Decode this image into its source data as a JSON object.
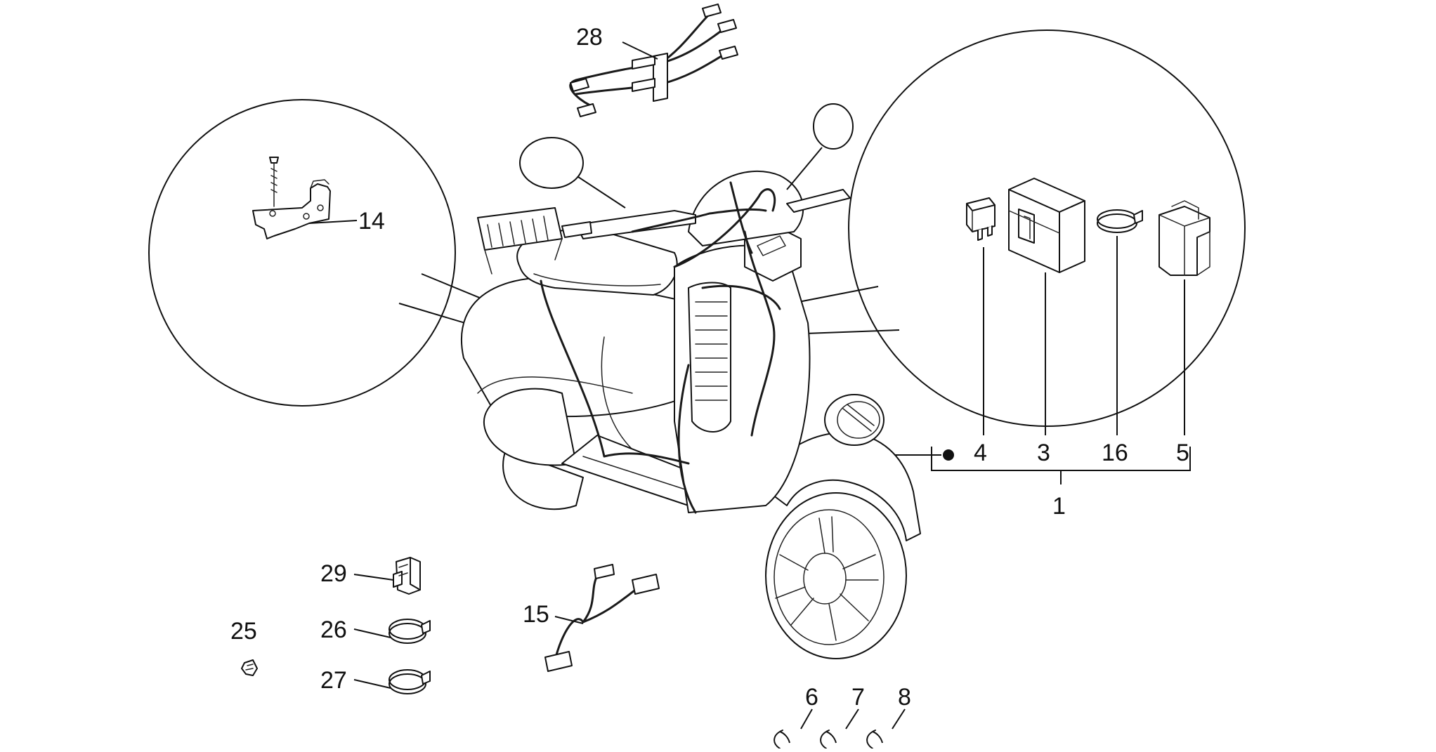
{
  "callouts": {
    "c1": "1",
    "c3": "3",
    "c4": "4",
    "c5": "5",
    "c6": "6",
    "c7": "7",
    "c8": "8",
    "c14": "14",
    "c15": "15",
    "c16": "16",
    "c25": "25",
    "c26": "26",
    "c27": "27",
    "c28": "28",
    "c29": "29"
  },
  "colors": {
    "line": "#111111",
    "background": "#ffffff"
  }
}
